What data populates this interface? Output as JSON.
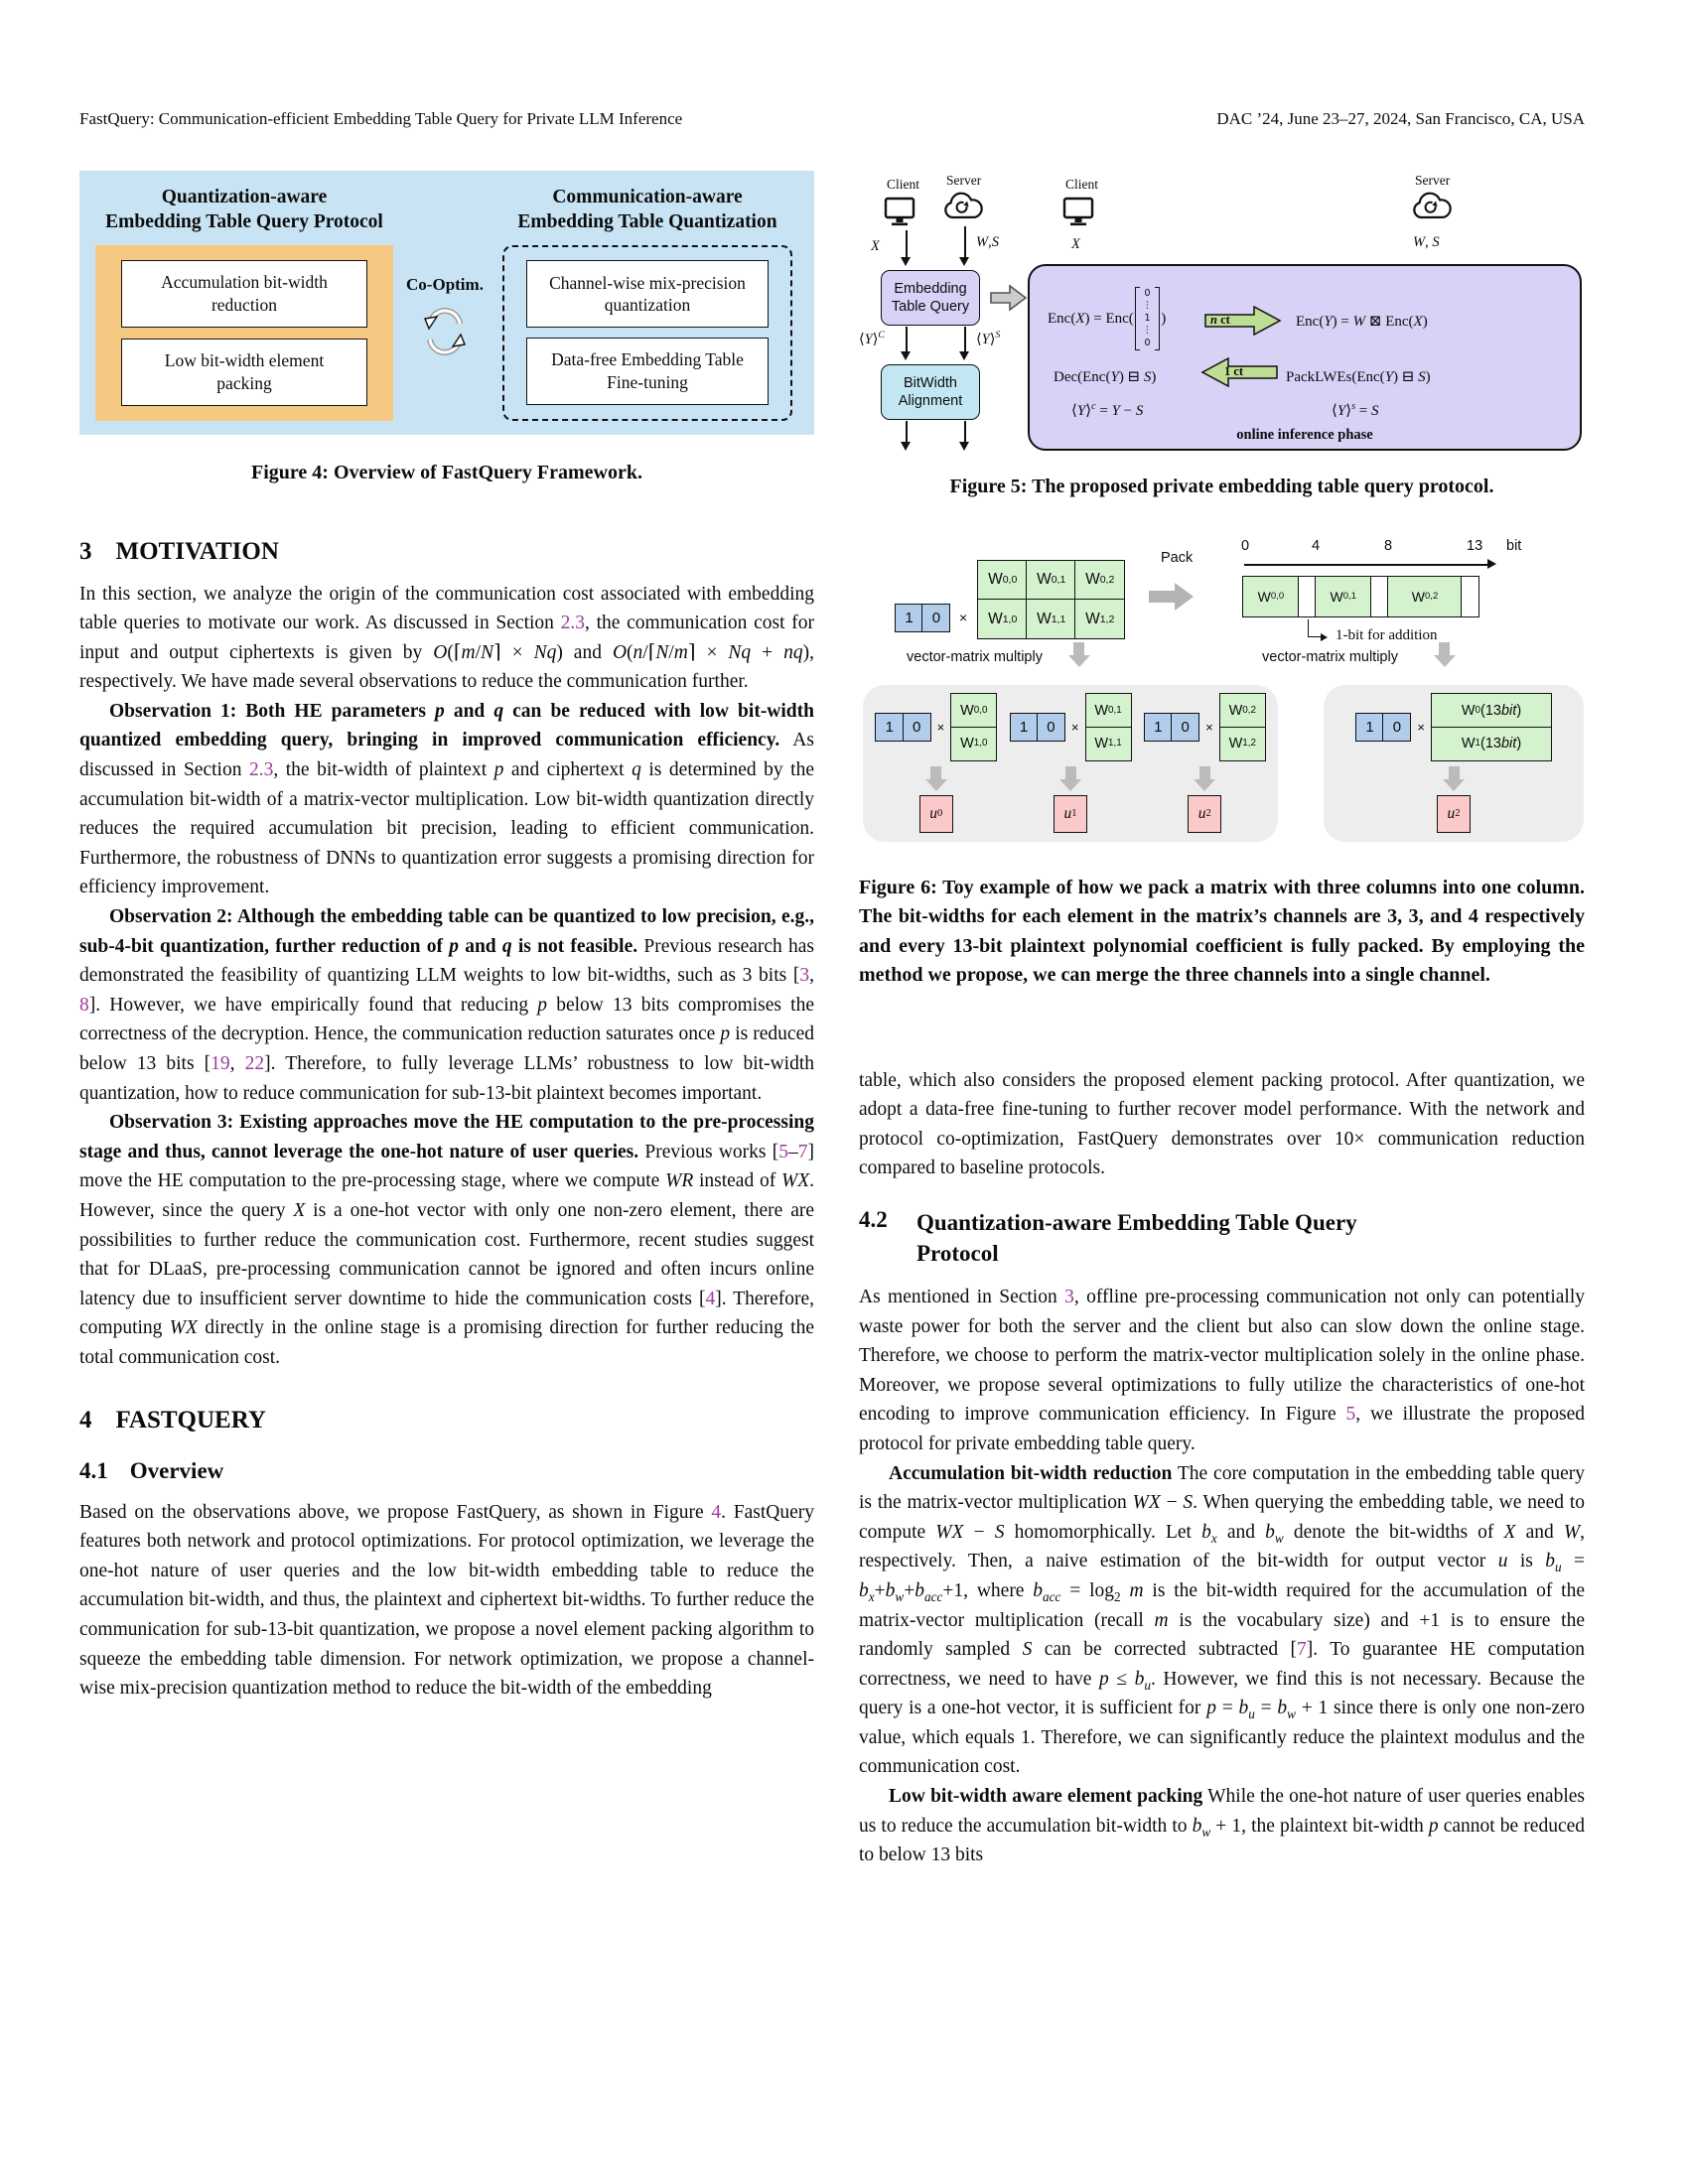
{
  "header": {
    "left": "FastQuery: Communication-efficient Embedding Table Query for Private LLM Inference",
    "right": "DAC ’24, June 23–27, 2024, San Francisco, CA, USA"
  },
  "colors": {
    "figure4_background": "#c8e4f4",
    "figure4_orange": "#f6c983",
    "lavender_box": "#d7d2f6",
    "cyan_box": "#c3e7f2",
    "green_cell": "#d5f2cf",
    "blue_cell": "#b2cdec",
    "pink_cell": "#fbc9c9",
    "green_arrow": "#bede96",
    "gray_panel": "#ededed",
    "link": "#9a3d9a"
  },
  "left_column": {
    "figure4": {
      "left_title_1": "Quantization-aware",
      "left_title_2": "Embedding Table Query Protocol",
      "box_accumulation": "Accumulation bit-width reduction",
      "box_packing": "Low bit-width element packing",
      "co_optim": "Co-Optim.",
      "right_title_1": "Communication-aware",
      "right_title_2": "Embedding Table Quantization",
      "box_channel": "Channel-wise mix-precision quantization",
      "box_finetune": "Data-free Embedding Table Fine-tuning",
      "caption": "Figure 4: Overview of FastQuery Framework."
    },
    "section3": {
      "number": "3",
      "title": "MOTIVATION"
    },
    "p_intro": [
      {
        "t": "In this section, we analyze the origin of the communication cost associated with embedding table queries to motivate our work. As discussed in Section "
      },
      {
        "t": "2.3",
        "s": "link"
      },
      {
        "t": ", the communication cost for input and output ciphertexts is given by "
      },
      {
        "t": "O",
        "s": "i"
      },
      {
        "t": "(⌈"
      },
      {
        "t": "m",
        "s": "i"
      },
      {
        "t": "/"
      },
      {
        "t": "N",
        "s": "i"
      },
      {
        "t": "⌉ × "
      },
      {
        "t": "Nq",
        "s": "i"
      },
      {
        "t": ") and "
      },
      {
        "t": "O",
        "s": "i"
      },
      {
        "t": "("
      },
      {
        "t": "n",
        "s": "i"
      },
      {
        "t": "/⌈"
      },
      {
        "t": "N",
        "s": "i"
      },
      {
        "t": "/"
      },
      {
        "t": "m",
        "s": "i"
      },
      {
        "t": "⌉ × "
      },
      {
        "t": "Nq",
        "s": "i"
      },
      {
        "t": " + "
      },
      {
        "t": "nq",
        "s": "i"
      },
      {
        "t": "), respectively. We have made several observations to reduce the communication further."
      }
    ],
    "p_obs1": [
      {
        "t": "Observation 1: Both HE parameters ",
        "s": "b"
      },
      {
        "t": "p",
        "s": "bi"
      },
      {
        "t": " and ",
        "s": "b"
      },
      {
        "t": "q",
        "s": "bi"
      },
      {
        "t": " can be reduced with low bit-width quantized embedding query, bringing in improved communication efficiency.",
        "s": "b"
      },
      {
        "t": " As discussed in Section "
      },
      {
        "t": "2.3",
        "s": "link"
      },
      {
        "t": ", the bit-width of plaintext "
      },
      {
        "t": "p",
        "s": "i"
      },
      {
        "t": " and ciphertext "
      },
      {
        "t": "q",
        "s": "i"
      },
      {
        "t": " is determined by the accumulation bit-width of a matrix-vector multiplication. Low bit-width quantization directly reduces the required accumulation bit precision, leading to efficient communication. Furthermore, the robustness of DNNs to quantization error suggests a promising direction for efficiency improvement."
      }
    ],
    "p_obs2": [
      {
        "t": "Observation 2: Although the embedding table can be quantized to low precision, e.g., sub-4-bit quantization, further reduction of ",
        "s": "b"
      },
      {
        "t": "p",
        "s": "bi"
      },
      {
        "t": " and ",
        "s": "b"
      },
      {
        "t": "q",
        "s": "bi"
      },
      {
        "t": " is not feasible.",
        "s": "b"
      },
      {
        "t": " Previous research has demonstrated the feasibility of quantizing LLM weights to low bit-widths, such as 3 bits ["
      },
      {
        "t": "3",
        "s": "link"
      },
      {
        "t": ", "
      },
      {
        "t": "8",
        "s": "link"
      },
      {
        "t": "]. However, we have empirically found that reducing "
      },
      {
        "t": "p",
        "s": "i"
      },
      {
        "t": " below 13 bits compromises the correctness of the decryption. Hence, the communication reduction saturates once "
      },
      {
        "t": "p",
        "s": "i"
      },
      {
        "t": " is reduced below 13 bits ["
      },
      {
        "t": "19",
        "s": "link"
      },
      {
        "t": ", "
      },
      {
        "t": "22",
        "s": "link"
      },
      {
        "t": "]. Therefore, to fully leverage LLMs’ robustness to low bit-width quantization, how to reduce communication for sub-13-bit plaintext becomes important."
      }
    ],
    "p_obs3": [
      {
        "t": "Observation 3: Existing approaches move the HE computation to the pre-processing stage and thus, cannot leverage the one-hot nature of user queries.",
        "s": "b"
      },
      {
        "t": " Previous works ["
      },
      {
        "t": "5",
        "s": "link"
      },
      {
        "t": "–"
      },
      {
        "t": "7",
        "s": "link"
      },
      {
        "t": "] move the HE computation to the pre-processing stage, where we compute "
      },
      {
        "t": "WR",
        "s": "i"
      },
      {
        "t": " instead of "
      },
      {
        "t": "WX",
        "s": "i"
      },
      {
        "t": ". However, since the query "
      },
      {
        "t": "X",
        "s": "i"
      },
      {
        "t": " is a one-hot vector with only one non-zero element, there are possibilities to further reduce the communication cost. Furthermore, recent studies suggest that for DLaaS, pre-processing communication cannot be ignored and often incurs online latency due to insufficient server downtime to hide the communication costs ["
      },
      {
        "t": "4",
        "s": "link"
      },
      {
        "t": "]. Therefore, computing "
      },
      {
        "t": "WX",
        "s": "i"
      },
      {
        "t": " directly in the online stage is a promising direction for further reducing the total communication cost."
      }
    ],
    "section4": {
      "number": "4",
      "title": "FASTQUERY"
    },
    "section41": {
      "number": "4.1",
      "title": "Overview"
    },
    "p_overview": [
      {
        "t": "Based on the observations above, we propose FastQuery, as shown in Figure "
      },
      {
        "t": "4",
        "s": "link"
      },
      {
        "t": ". FastQuery features both network and protocol optimizations. For protocol optimization, we leverage the one-hot nature of user queries and the low bit-width embedding table to reduce the accumulation bit-width, and thus, the plaintext and ciphertext bit-widths. To further reduce the communication for sub-13-bit quantization, we propose a novel element packing algorithm to squeeze the embedding table dimension. For network optimization, we propose a channel-wise mix-precision quantization method to reduce the bit-width of the embedding"
      }
    ]
  },
  "right_column": {
    "figure5": {
      "caption": "Figure 5: The proposed private embedding table query protocol.",
      "left": {
        "client": "Client",
        "server": "Server",
        "x_label": [
          {
            "t": "X",
            "s": "i"
          }
        ],
        "ws_label": [
          {
            "t": "W",
            "s": "i"
          },
          {
            "t": ",",
            "s": ""
          },
          {
            "t": "S",
            "s": "i"
          }
        ],
        "embedding_box": "Embedding Table Query",
        "yc_label": [
          {
            "t": "⟨"
          },
          {
            "t": "Y",
            "s": "i"
          },
          {
            "t": "⟩"
          },
          {
            "t": "C",
            "s": "isup"
          }
        ],
        "ys_label": [
          {
            "t": "⟨"
          },
          {
            "t": "Y",
            "s": "i"
          },
          {
            "t": "⟩"
          },
          {
            "t": "S",
            "s": "isup"
          }
        ],
        "bitwidth_box": "BitWidth Alignment"
      },
      "right": {
        "client": "Client",
        "server": "Server",
        "x_label": [
          {
            "t": "X",
            "s": "i"
          }
        ],
        "ws_label": [
          {
            "t": "W",
            "s": "i"
          },
          {
            "t": ", "
          },
          {
            "t": "S",
            "s": "i"
          }
        ],
        "encx_pre": [
          {
            "t": "Enc("
          },
          {
            "t": "X",
            "s": "i"
          },
          {
            "t": ") = Enc("
          }
        ],
        "vector": [
          "0",
          "⋮",
          "1",
          "⋮",
          "0"
        ],
        "encx_post": ")",
        "n_ct": [
          {
            "t": "n",
            "s": "bi"
          },
          {
            "t": " ct",
            "s": "b"
          }
        ],
        "ency": [
          {
            "t": "Enc("
          },
          {
            "t": "Y",
            "s": "i"
          },
          {
            "t": ") = "
          },
          {
            "t": "W",
            "s": "i"
          },
          {
            "t": " ⊠ Enc("
          },
          {
            "t": "X",
            "s": "i"
          },
          {
            "t": ")"
          }
        ],
        "dec": [
          {
            "t": "Dec(Enc("
          },
          {
            "t": "Y",
            "s": "i"
          },
          {
            "t": ") ⊟ "
          },
          {
            "t": "S",
            "s": "i"
          },
          {
            "t": ")"
          }
        ],
        "one_ct": [
          {
            "t": "1 ct",
            "s": "b"
          }
        ],
        "pack_lwes": [
          {
            "t": "PackLWEs(Enc("
          },
          {
            "t": "Y",
            "s": "i"
          },
          {
            "t": ") ⊟ "
          },
          {
            "t": "S",
            "s": "i"
          },
          {
            "t": ")"
          }
        ],
        "yc_eq": [
          {
            "t": "⟨"
          },
          {
            "t": "Y",
            "s": "i"
          },
          {
            "t": "⟩"
          },
          {
            "t": "c",
            "s": "isup"
          },
          {
            "t": " = "
          },
          {
            "t": "Y",
            "s": "i"
          },
          {
            "t": " − "
          },
          {
            "t": "S",
            "s": "i"
          }
        ],
        "ys_eq": [
          {
            "t": "⟨"
          },
          {
            "t": "Y",
            "s": "i"
          },
          {
            "t": "⟩"
          },
          {
            "t": "s",
            "s": "isup"
          },
          {
            "t": " = "
          },
          {
            "t": "S",
            "s": "i"
          }
        ],
        "phase": "online inference phase"
      }
    },
    "figure6": {
      "caption": "Figure 6: Toy example of how we pack a matrix with three columns into one column. The bit-widths for each element in the matrix’s channels are 3, 3, and 4 respectively and every 13-bit plaintext polynomial coefficient is fully packed. By employing the method we propose, we can merge the three channels into a single channel.",
      "vec": [
        "1",
        "0"
      ],
      "times": "×",
      "matrix_cells": [
        [
          {
            "t": "W"
          },
          {
            "t": "0,0",
            "s": "sub"
          }
        ],
        [
          {
            "t": "W"
          },
          {
            "t": "0,1",
            "s": "sub"
          }
        ],
        [
          {
            "t": "W"
          },
          {
            "t": "0,2",
            "s": "sub"
          }
        ],
        [
          {
            "t": "W"
          },
          {
            "t": "1,0",
            "s": "sub"
          }
        ],
        [
          {
            "t": "W"
          },
          {
            "t": "1,1",
            "s": "sub"
          }
        ],
        [
          {
            "t": "W"
          },
          {
            "t": "1,2",
            "s": "sub"
          }
        ]
      ],
      "pack": "Pack",
      "axis": {
        "ticks": [
          "0",
          "4",
          "8",
          "13"
        ],
        "unit": "bit"
      },
      "packed_note": "1-bit for addition",
      "multiply_label": "vector-matrix multiply",
      "packed_col": [
        [
          {
            "t": "W"
          },
          {
            "t": "0",
            "s": "sub"
          },
          {
            "t": " (13 "
          },
          {
            "t": "bit",
            "s": "i"
          },
          {
            "t": ")"
          }
        ],
        [
          {
            "t": "W"
          },
          {
            "t": "1",
            "s": "sub"
          },
          {
            "t": " (13 "
          },
          {
            "t": "bit",
            "s": "i"
          },
          {
            "t": ")"
          }
        ]
      ],
      "results": [
        [
          {
            "t": "u",
            "s": "i"
          },
          {
            "t": "0",
            "s": "sub"
          }
        ],
        [
          {
            "t": "u",
            "s": "i"
          },
          {
            "t": "1",
            "s": "sub"
          }
        ],
        [
          {
            "t": "u",
            "s": "i"
          },
          {
            "t": "2",
            "s": "sub"
          }
        ]
      ],
      "packed_result": [
        {
          "t": "u",
          "s": "i"
        },
        {
          "t": "2",
          "s": "sub"
        }
      ]
    },
    "p_continuation": [
      {
        "t": "table, which also considers the proposed element packing protocol. After quantization, we adopt a data-free fine-tuning to further recover model performance. With the network and protocol co-optimization, FastQuery demonstrates over 10× communication reduction compared to baseline protocols."
      }
    ],
    "section42": {
      "number": "4.2",
      "title": "Quantization-aware Embedding Table Query Protocol"
    },
    "p_asmentioned": [
      {
        "t": "As mentioned in Section "
      },
      {
        "t": "3",
        "s": "link"
      },
      {
        "t": ", offline pre-processing communication not only can potentially waste power for both the server and the client but also can slow down the online stage. Therefore, we choose to perform the matrix-vector multiplication solely in the online phase. Moreover, we propose several optimizations to fully utilize the characteristics of one-hot encoding to improve communication efficiency. In Figure "
      },
      {
        "t": "5",
        "s": "link"
      },
      {
        "t": ", we illustrate the proposed protocol for private embedding table query."
      }
    ],
    "p_accumulation": [
      {
        "t": "Accumulation bit-width reduction",
        "s": "b"
      },
      {
        "t": "  The core computation in the embedding table query is the matrix-vector multiplication "
      },
      {
        "t": "WX",
        "s": "i"
      },
      {
        "t": " − "
      },
      {
        "t": "S",
        "s": "i"
      },
      {
        "t": ". When querying the embedding table, we need to compute "
      },
      {
        "t": "WX",
        "s": "i"
      },
      {
        "t": " − "
      },
      {
        "t": "S",
        "s": "i"
      },
      {
        "t": " homomorphically. Let "
      },
      {
        "t": "b",
        "s": "i"
      },
      {
        "t": "x",
        "s": "isub"
      },
      {
        "t": " and "
      },
      {
        "t": "b",
        "s": "i"
      },
      {
        "t": "w",
        "s": "isub"
      },
      {
        "t": " denote the bit-widths of "
      },
      {
        "t": "X",
        "s": "i"
      },
      {
        "t": " and "
      },
      {
        "t": "W",
        "s": "i"
      },
      {
        "t": ", respectively. Then, a naive estimation of the bit-width for output vector "
      },
      {
        "t": "u",
        "s": "i"
      },
      {
        "t": " is "
      },
      {
        "t": "b",
        "s": "i"
      },
      {
        "t": "u",
        "s": "isub"
      },
      {
        "t": " = "
      },
      {
        "t": "b",
        "s": "i"
      },
      {
        "t": "x",
        "s": "isub"
      },
      {
        "t": "+"
      },
      {
        "t": "b",
        "s": "i"
      },
      {
        "t": "w",
        "s": "isub"
      },
      {
        "t": "+"
      },
      {
        "t": "b",
        "s": "i"
      },
      {
        "t": "acc",
        "s": "isub"
      },
      {
        "t": "+1, where "
      },
      {
        "t": "b",
        "s": "i"
      },
      {
        "t": "acc",
        "s": "isub"
      },
      {
        "t": " = log"
      },
      {
        "t": "2",
        "s": "sub"
      },
      {
        "t": " "
      },
      {
        "t": "m",
        "s": "i"
      },
      {
        "t": " is the bit-width required for the accumulation of the matrix-vector multiplication (recall "
      },
      {
        "t": "m",
        "s": "i"
      },
      {
        "t": " is the vocabulary size) and +1 is to ensure the randomly sampled "
      },
      {
        "t": "S",
        "s": "i"
      },
      {
        "t": " can be corrected subtracted ["
      },
      {
        "t": "7",
        "s": "link"
      },
      {
        "t": "]. To guarantee HE computation correctness, we need to have "
      },
      {
        "t": "p",
        "s": "i"
      },
      {
        "t": " ≤ "
      },
      {
        "t": "b",
        "s": "i"
      },
      {
        "t": "u",
        "s": "isub"
      },
      {
        "t": ". However, we find this is not necessary. Because the query is a one-hot vector, it is sufficient for "
      },
      {
        "t": "p",
        "s": "i"
      },
      {
        "t": " = "
      },
      {
        "t": "b",
        "s": "i"
      },
      {
        "t": "u",
        "s": "isub"
      },
      {
        "t": " = "
      },
      {
        "t": "b",
        "s": "i"
      },
      {
        "t": "w",
        "s": "isub"
      },
      {
        "t": " + 1 since there is only one non-zero value, which equals 1. Therefore, we can significantly reduce the plaintext modulus and the communication cost."
      }
    ],
    "p_lowbit": [
      {
        "t": "Low bit-width aware element packing",
        "s": "b"
      },
      {
        "t": "  While the one-hot nature of user queries enables us to reduce the accumulation bit-width to "
      },
      {
        "t": "b",
        "s": "i"
      },
      {
        "t": "w",
        "s": "isub"
      },
      {
        "t": " + 1, the plaintext bit-width "
      },
      {
        "t": "p",
        "s": "i"
      },
      {
        "t": " cannot be reduced to below 13 bits"
      }
    ]
  }
}
